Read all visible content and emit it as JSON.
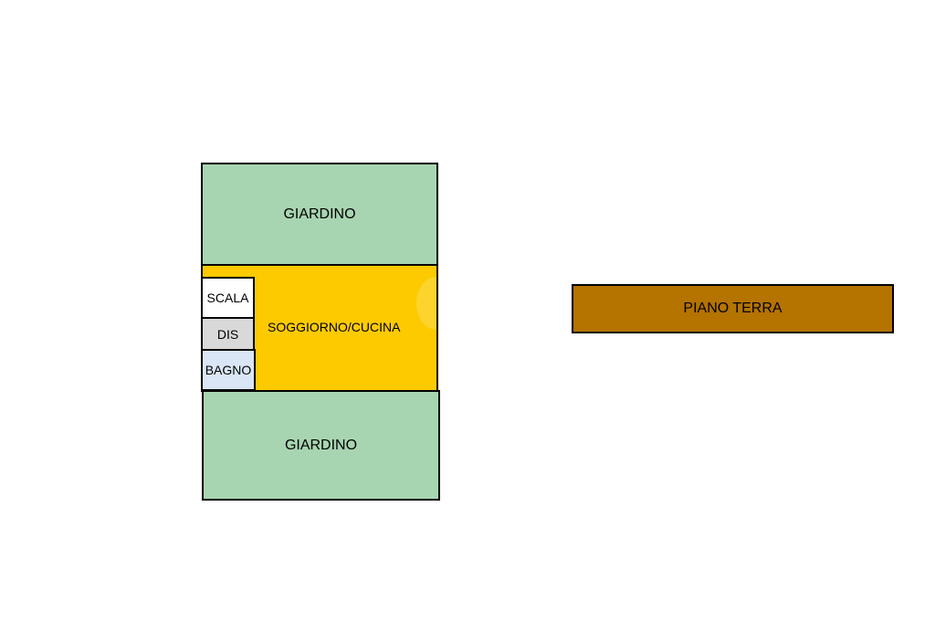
{
  "floor_plan": {
    "rooms": [
      {
        "id": "giardino-top",
        "label": "GIARDINO",
        "color": "#a8d5b1"
      },
      {
        "id": "soggiorno",
        "label": "SOGGIORNO/CUCINA",
        "color": "#fdca00"
      },
      {
        "id": "scala",
        "label": "SCALA",
        "color": "#ffffff"
      },
      {
        "id": "dis",
        "label": "DIS",
        "color": "#d9d9d9"
      },
      {
        "id": "bagno",
        "label": "BAGNO",
        "color": "#dae6f5"
      },
      {
        "id": "giardino-bottom",
        "label": "GIARDINO",
        "color": "#a8d5b1"
      }
    ]
  },
  "floor_label": {
    "text": "PIANO TERRA",
    "color": "#b57300"
  }
}
